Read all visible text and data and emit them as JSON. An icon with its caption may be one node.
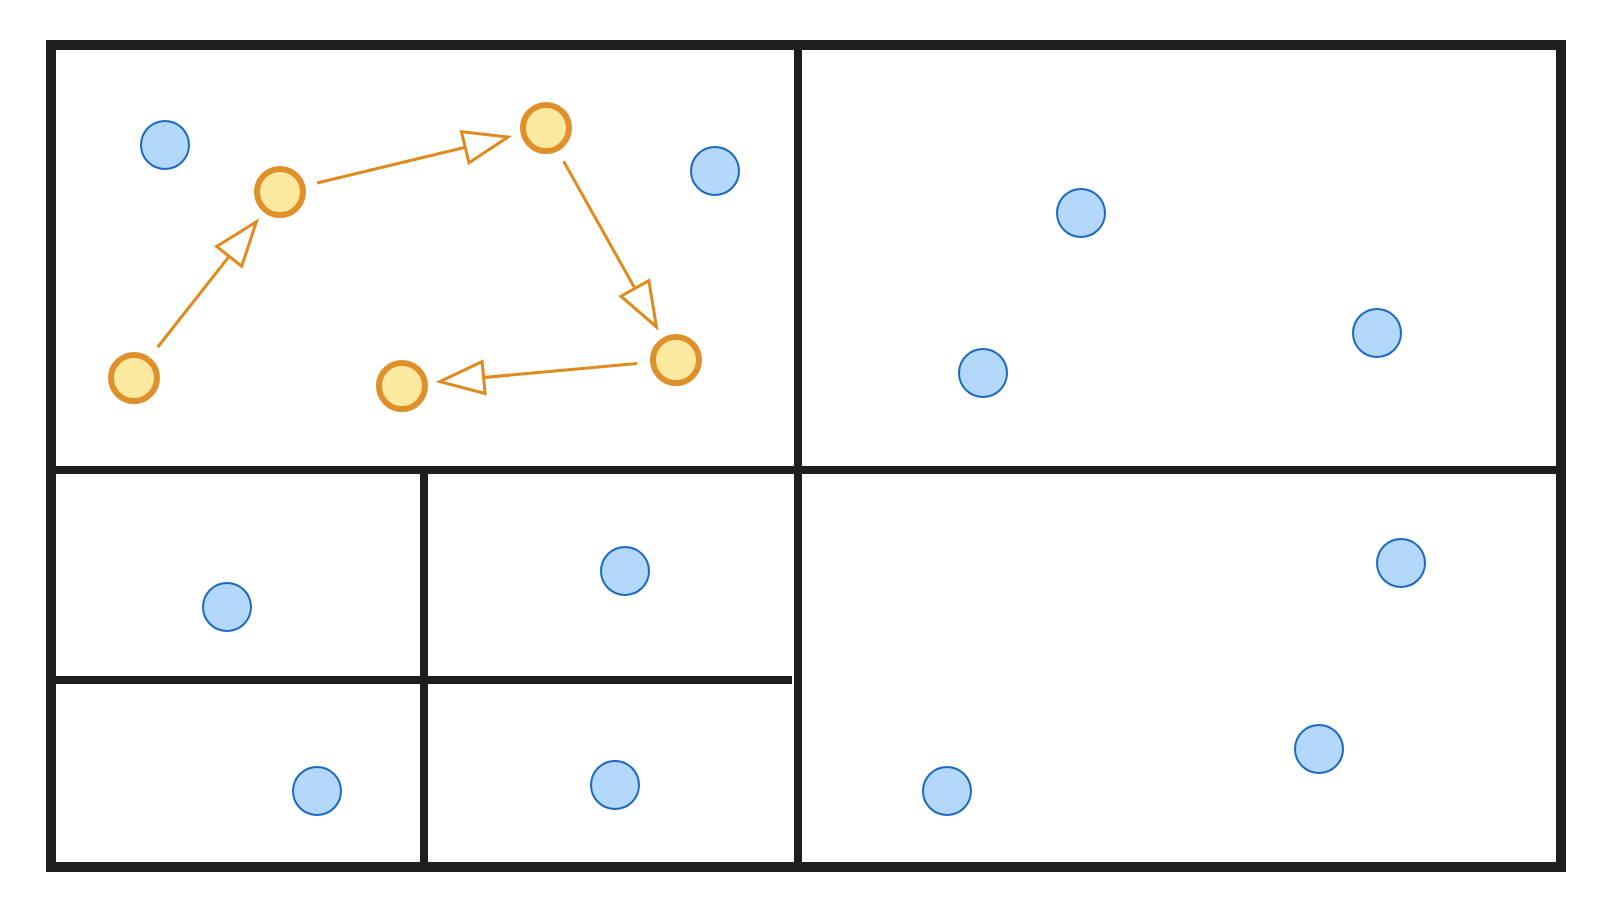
{
  "diagram": {
    "nodes": [
      {
        "text": [],
        "shape": "box"
      },
      {
        "text": [],
        "shape": "box",
        "in": 0
      },
      {
        "text": [],
        "shape": "circle",
        "in": 1
      },
      {
        "text": [],
        "shape": "circle",
        "in": 1
      },
      {
        "text": [],
        "shape": "circle",
        "in": 1
      },
      {
        "text": [],
        "shape": "circle",
        "in": 1
      },
      {
        "text": [],
        "shape": "circle",
        "in": 1
      },
      {
        "text": [],
        "shape": "circle",
        "in": 1
      },
      {
        "text": [],
        "shape": "circle",
        "in": 1
      },
      {
        "text": [],
        "shape": "box",
        "in": 0
      },
      {
        "text": [],
        "shape": "circle",
        "in": 9
      },
      {
        "text": [],
        "shape": "circle",
        "in": 9
      },
      {
        "text": [],
        "shape": "circle",
        "in": 9
      },
      {
        "text": [],
        "shape": "box",
        "in": 0
      },
      {
        "text": [],
        "shape": "box",
        "in": 13
      },
      {
        "text": [],
        "shape": "circle",
        "in": 14
      },
      {
        "text": [],
        "shape": "box",
        "in": 13
      },
      {
        "text": [],
        "shape": "circle",
        "in": 16
      },
      {
        "text": [],
        "shape": "box",
        "in": 13
      },
      {
        "text": [],
        "shape": "circle",
        "in": 18
      },
      {
        "text": [],
        "shape": "box",
        "in": 13
      },
      {
        "text": [],
        "shape": "circle",
        "in": 20
      },
      {
        "text": [],
        "shape": "box",
        "in": 0
      },
      {
        "text": [],
        "shape": "circle",
        "in": 22
      },
      {
        "text": [],
        "shape": "circle",
        "in": 22
      },
      {
        "text": [],
        "shape": "circle",
        "in": 22
      }
    ],
    "edges": [
      {
        "from": 7,
        "to": 3,
        "arrow": "to"
      },
      {
        "from": 3,
        "to": 4,
        "arrow": "to"
      },
      {
        "from": 4,
        "to": 6,
        "arrow": "to"
      },
      {
        "from": 6,
        "to": 8,
        "arrow": "to"
      }
    ]
  }
}
